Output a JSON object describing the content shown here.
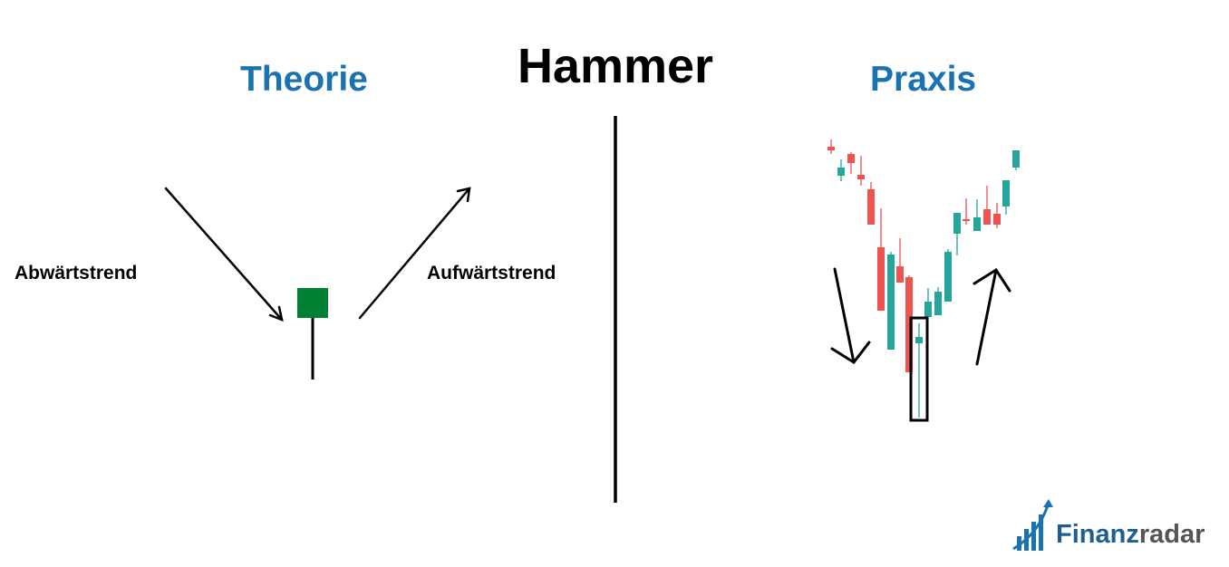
{
  "title": "Hammer",
  "left": {
    "heading": "Theorie",
    "downtrend_label": "Abwärtstrend",
    "uptrend_label": "Aufwärtstrend"
  },
  "right": {
    "heading": "Praxis"
  },
  "logo": {
    "part1": "Finanz",
    "part2": "radar"
  },
  "colors": {
    "heading": "#1a72b0",
    "bull": "#26a69a",
    "bear": "#ef5350",
    "theory_candle": "#008033"
  }
}
